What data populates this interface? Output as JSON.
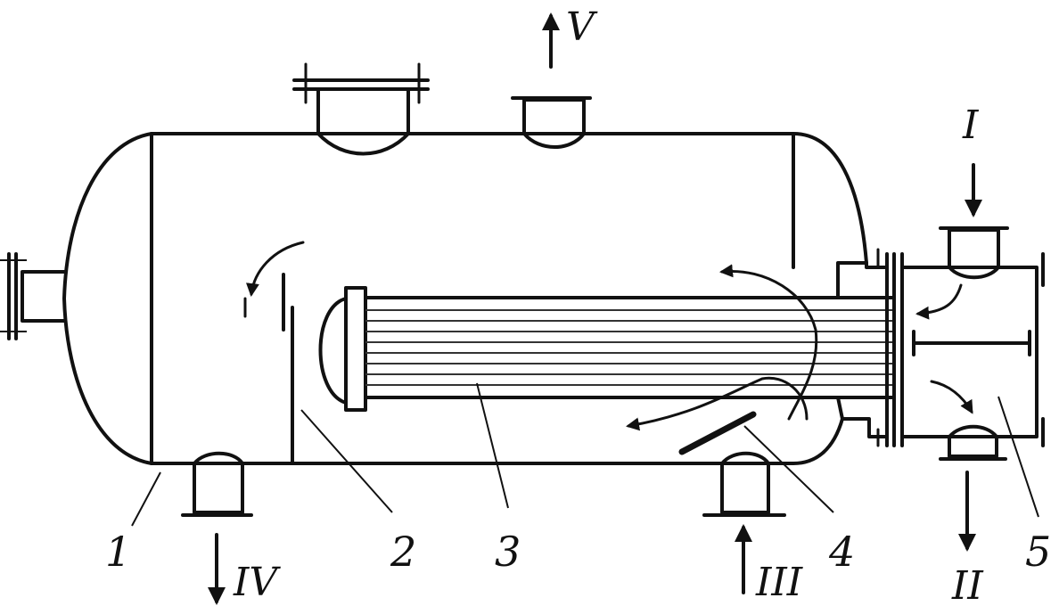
{
  "labels": {
    "part_1": "1",
    "part_2": "2",
    "part_3": "3",
    "part_4": "4",
    "part_5": "5"
  },
  "streams": {
    "s1": "I",
    "s2": "II",
    "s3": "III",
    "s4": "IV",
    "s5": "V"
  }
}
